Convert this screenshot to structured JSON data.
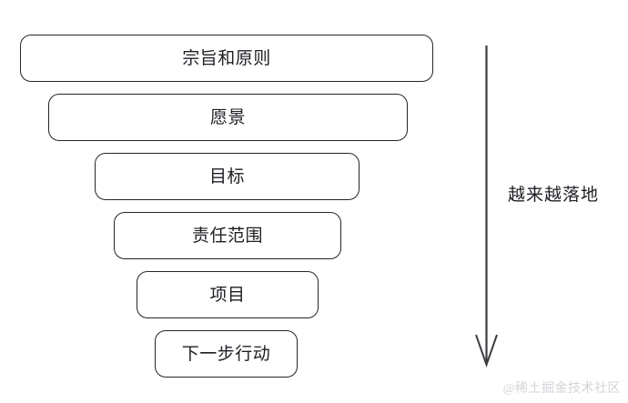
{
  "diagram": {
    "type": "funnel",
    "title": "",
    "background_color": "#ffffff",
    "stroke_color": "#23252b",
    "text_color": "#1d1f24",
    "levels": [
      {
        "label": "宗旨和原则",
        "order": 1
      },
      {
        "label": "愿景",
        "order": 2
      },
      {
        "label": "目标",
        "order": 3
      },
      {
        "label": "责任范围",
        "order": 4
      },
      {
        "label": "项目",
        "order": 5
      },
      {
        "label": "下一步行动",
        "order": 6
      }
    ],
    "arrow": {
      "name": "down-arrow-icon",
      "direction": "down",
      "caption": "越来越落地",
      "color": "#3c3e44"
    },
    "watermark": {
      "text": "@稀土掘金技术社区",
      "color": "#d2d4d8"
    }
  }
}
